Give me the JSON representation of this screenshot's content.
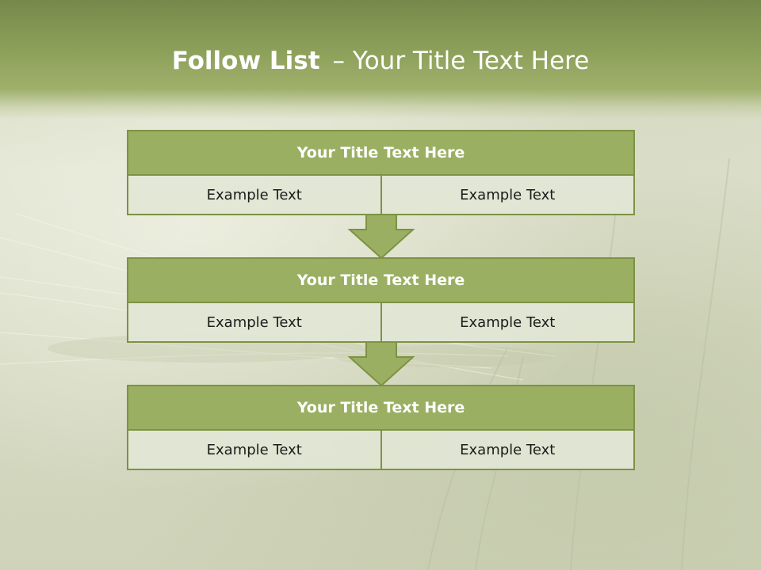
{
  "slide": {
    "title_bold": "Follow List",
    "title_rest": "– Your Title Text Here"
  },
  "steps": [
    {
      "title": "Your Title Text Here",
      "left": "Example Text",
      "right": "Example Text"
    },
    {
      "title": "Your Title Text Here",
      "left": "Example Text",
      "right": "Example Text"
    },
    {
      "title": "Your Title Text Here",
      "left": "Example Text",
      "right": "Example Text"
    }
  ],
  "colors": {
    "header_green": "#8ea15b",
    "box_green": "#9baf63",
    "border_green": "#7d9244",
    "cell_fill": "#e2e6d5"
  },
  "icons": {
    "connector": "down-arrow"
  }
}
